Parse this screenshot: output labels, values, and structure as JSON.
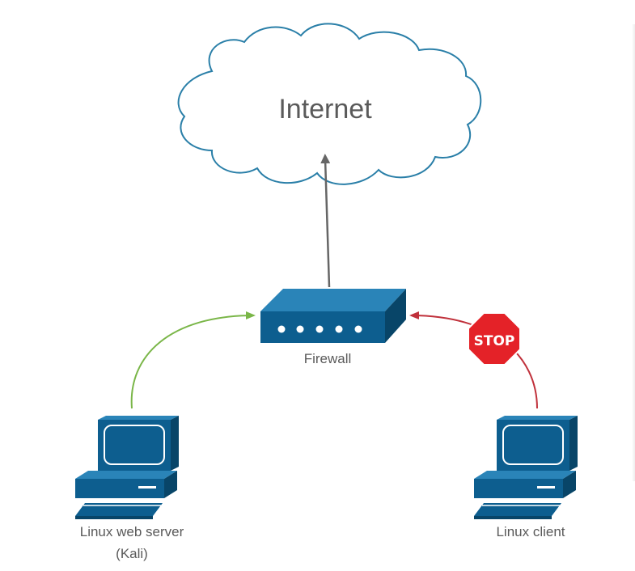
{
  "diagram": {
    "internet_label": "Internet",
    "firewall_label": "Firewall",
    "server_label_line1": "Linux web server",
    "server_label_line2": "(Kali)",
    "client_label": "Linux client",
    "stop_sign_text": "STOP"
  },
  "colors": {
    "device_blue": "#0d5e8f",
    "device_dark": "#084568",
    "device_light": "#2a84b8",
    "cloud_stroke": "#2a7fa8",
    "allowed_arrow": "#7ab648",
    "blocked_arrow": "#c0313b",
    "uplink_arrow": "#666666",
    "stop_red": "#e42228"
  },
  "icons": {
    "internet": "cloud-icon",
    "firewall": "router-icon",
    "server": "desktop-computer-icon",
    "client": "desktop-computer-icon",
    "block": "stop-sign-icon"
  }
}
